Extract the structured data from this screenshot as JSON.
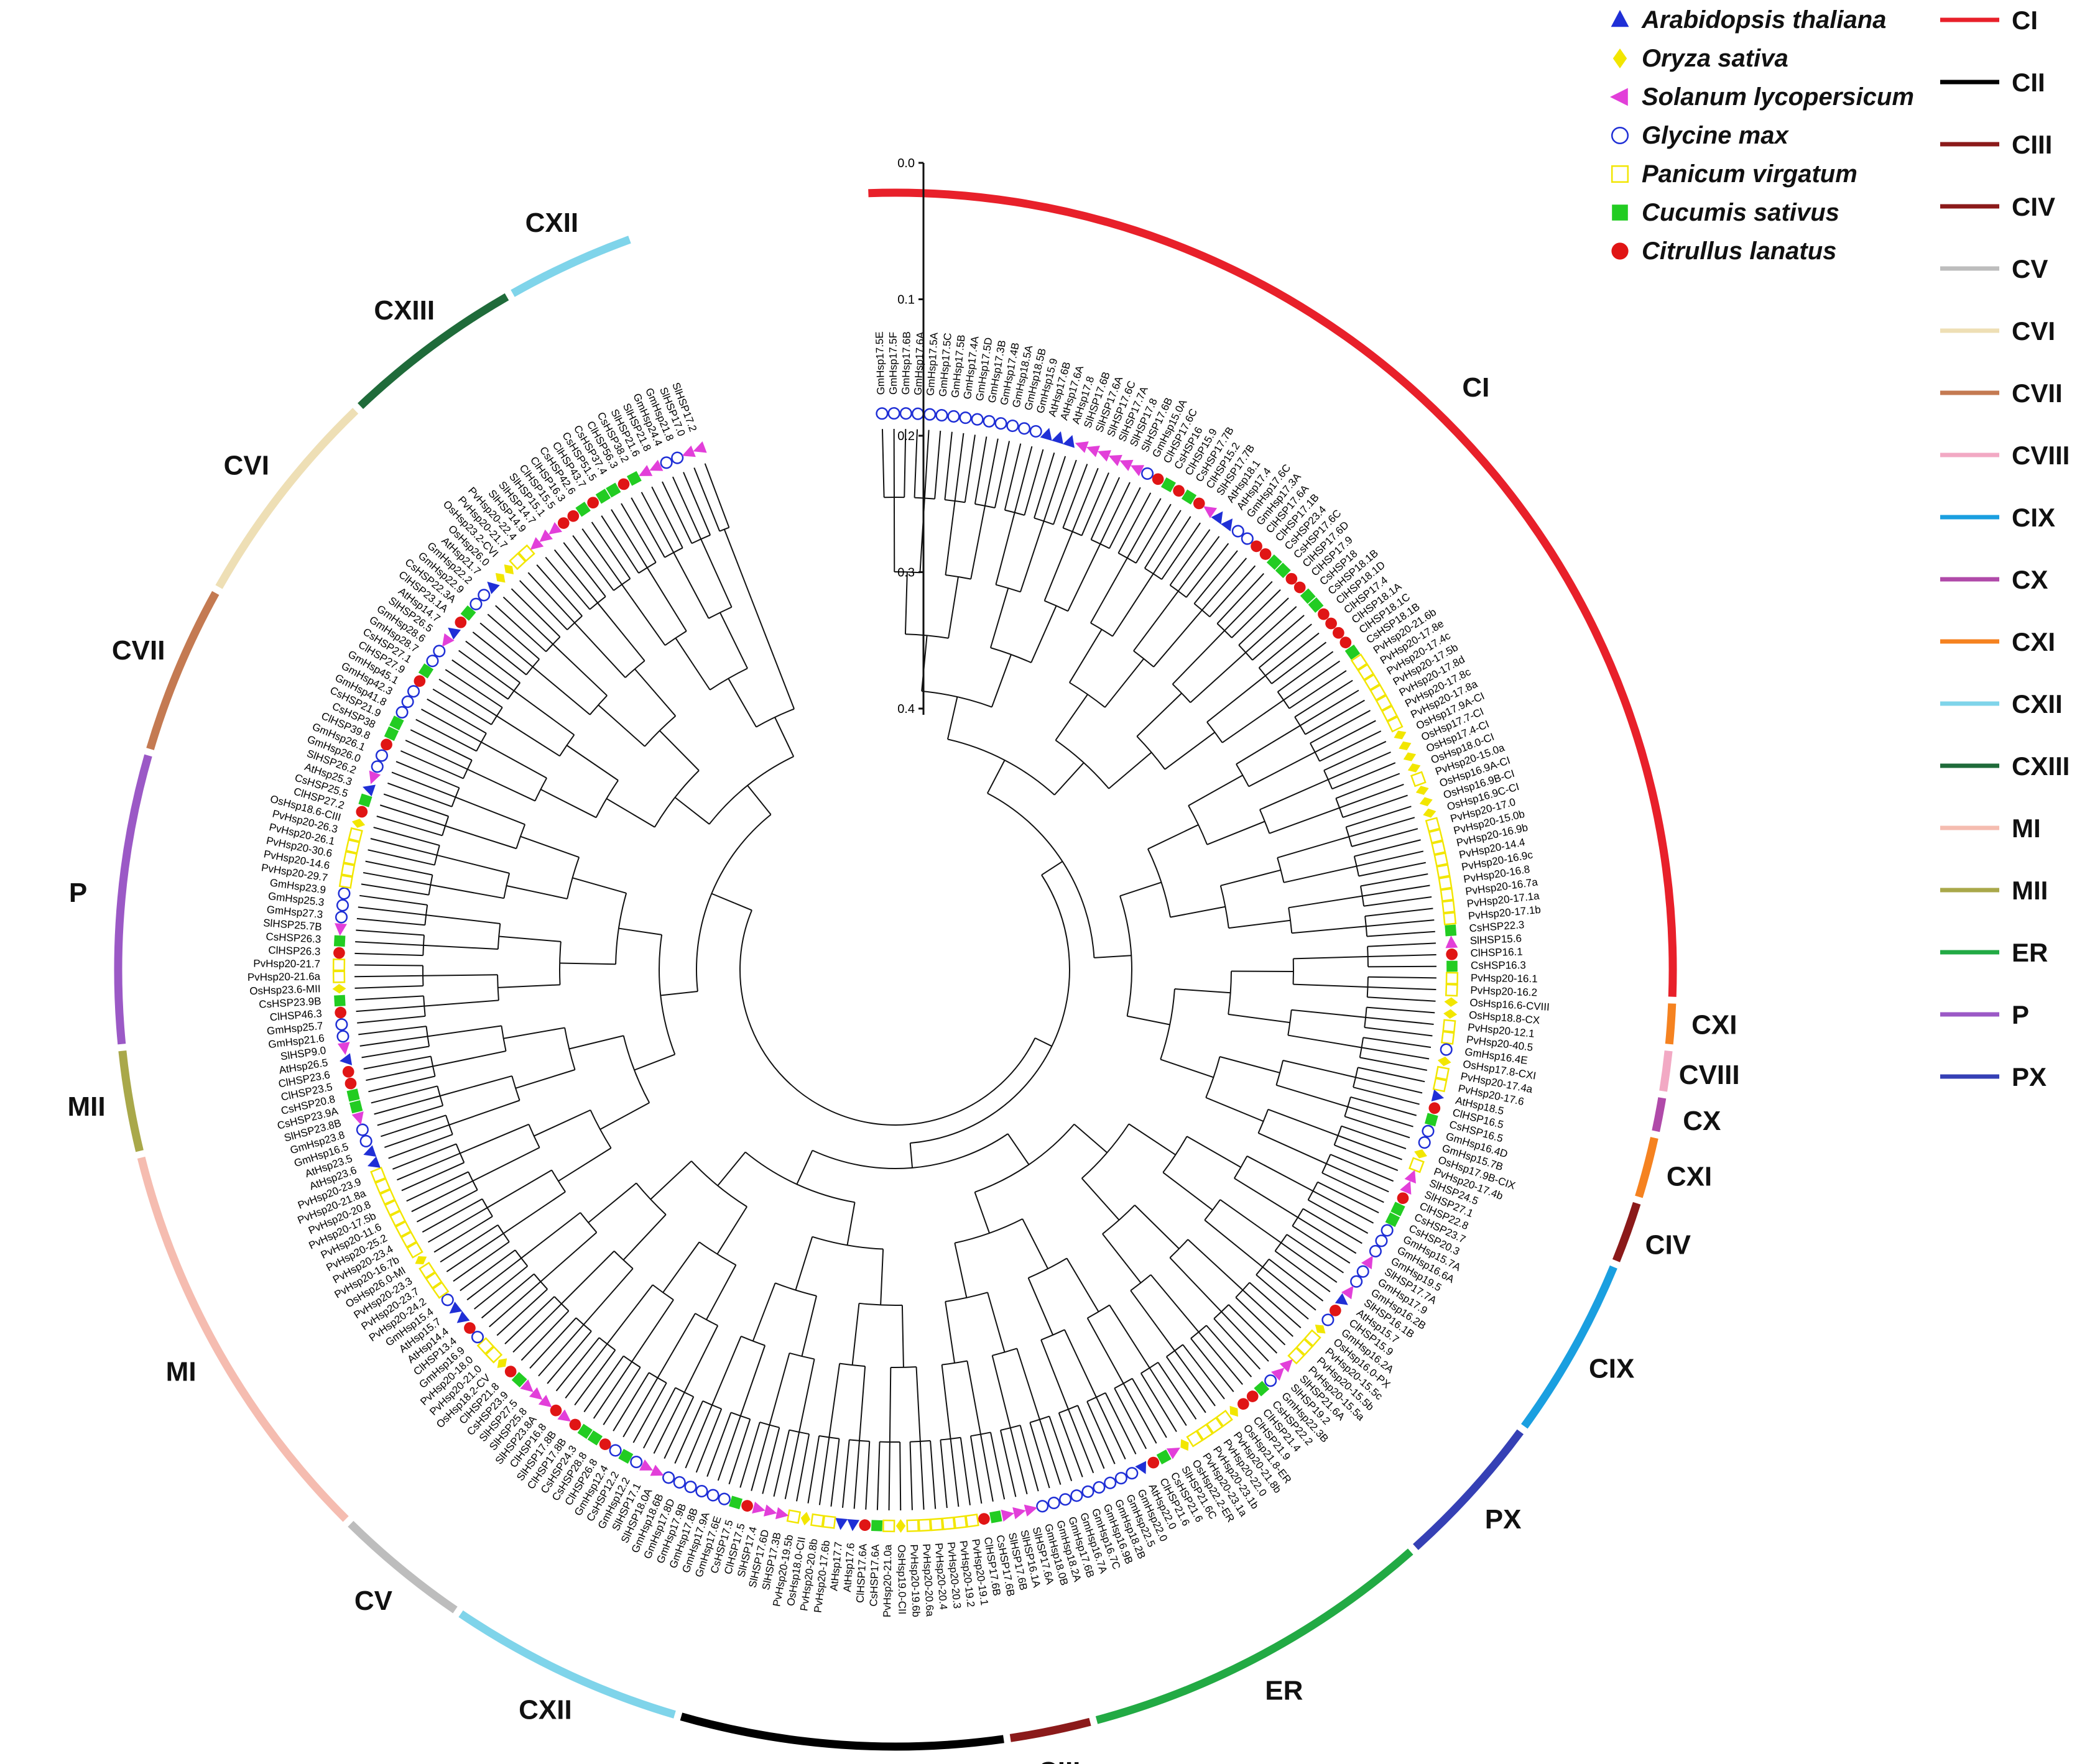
{
  "legend": {
    "species": [
      {
        "name": "Arabidopsis thaliana",
        "marker": "triangle",
        "color": "#1f2fd6"
      },
      {
        "name": "Oryza sativa",
        "marker": "diamond",
        "color": "#f2e600"
      },
      {
        "name": "Solanum lycopersicum",
        "marker": "triangle-left",
        "color": "#e23fd9"
      },
      {
        "name": "Glycine max",
        "marker": "circle-open",
        "color": "#1f2fd6"
      },
      {
        "name": "Panicum virgatum",
        "marker": "square-open",
        "color": "#f2e600"
      },
      {
        "name": "Cucumis sativus",
        "marker": "square",
        "color": "#22cc22"
      },
      {
        "name": "Citrullus lanatus",
        "marker": "circle",
        "color": "#e01515"
      }
    ],
    "clades": [
      {
        "name": "CI",
        "color": "#e8202a"
      },
      {
        "name": "CII",
        "color": "#000000"
      },
      {
        "name": "CIII",
        "color": "#8b1a1a"
      },
      {
        "name": "CIV",
        "color": "#8b1a1a"
      },
      {
        "name": "CV",
        "color": "#bdbdbd"
      },
      {
        "name": "CVI",
        "color": "#eedfb5"
      },
      {
        "name": "CVII",
        "color": "#c47a52"
      },
      {
        "name": "CVIII",
        "color": "#f2a9c4"
      },
      {
        "name": "CIX",
        "color": "#1a9fe0"
      },
      {
        "name": "CX",
        "color": "#b04aa9"
      },
      {
        "name": "CXI",
        "color": "#f58220"
      },
      {
        "name": "CXII",
        "color": "#7fd4ea"
      },
      {
        "name": "CXIII",
        "color": "#1f6b3a"
      },
      {
        "name": "MI",
        "color": "#f5bcb0"
      },
      {
        "name": "MII",
        "color": "#a9a84a"
      },
      {
        "name": "ER",
        "color": "#22aa44"
      },
      {
        "name": "P",
        "color": "#9b59c6"
      },
      {
        "name": "PX",
        "color": "#3540b5"
      }
    ]
  },
  "scale": {
    "ticks": [
      "0.0",
      "0.1",
      "0.2",
      "0.3",
      "0.4"
    ]
  },
  "arcs": [
    {
      "clade": "CI",
      "color": "#e8202a",
      "label": "CI",
      "start": -2,
      "end": 92
    },
    {
      "clade": "CXI",
      "color": "#f58220",
      "label": "CXI",
      "start": 92.5,
      "end": 95.5
    },
    {
      "clade": "CVIII",
      "color": "#f2a9c4",
      "label": "CVIII",
      "start": 96,
      "end": 99
    },
    {
      "clade": "CX",
      "color": "#b04aa9",
      "label": "CX",
      "start": 99.5,
      "end": 102
    },
    {
      "clade": "CXI",
      "color": "#f58220",
      "label": "CXI",
      "start": 102.5,
      "end": 107
    },
    {
      "clade": "CIV",
      "color": "#8b1a1a",
      "label": "CIV",
      "start": 107.5,
      "end": 112
    },
    {
      "clade": "CIX",
      "color": "#1a9fe0",
      "label": "CIX",
      "start": 112.5,
      "end": 126
    },
    {
      "clade": "PX",
      "color": "#3540b5",
      "label": "PX",
      "start": 126.5,
      "end": 138
    },
    {
      "clade": "ER",
      "color": "#22aa44",
      "label": "ER",
      "start": 138.5,
      "end": 165
    },
    {
      "clade": "CIII",
      "color": "#8b1a1a",
      "label": "CIII",
      "start": 165.5,
      "end": 171.5
    },
    {
      "clade": "CII",
      "color": "#000000",
      "label": "CII",
      "start": 172,
      "end": 196
    },
    {
      "clade": "CXII",
      "color": "#7fd4ea",
      "label": "CXII",
      "start": 196.5,
      "end": 214
    },
    {
      "clade": "CV",
      "color": "#bdbdbd",
      "label": "CV",
      "start": 214.5,
      "end": 224.5
    },
    {
      "clade": "MI",
      "color": "#f5bcb0",
      "label": "MI",
      "start": 225,
      "end": 256
    },
    {
      "clade": "MII",
      "color": "#a9a84a",
      "label": "MII",
      "start": 256.5,
      "end": 264
    },
    {
      "clade": "P",
      "color": "#9b59c6",
      "label": "P",
      "start": 264.5,
      "end": 286
    },
    {
      "clade": "CVII",
      "color": "#c47a52",
      "label": "CVII",
      "start": 286.5,
      "end": 299
    },
    {
      "clade": "CVI",
      "color": "#eedfb5",
      "label": "CVI",
      "start": 299.5,
      "end": 316
    },
    {
      "clade": "CXIII",
      "color": "#1f6b3a",
      "label": "CXIII",
      "start": 316.5,
      "end": 330
    },
    {
      "clade": "CXII",
      "color": "#7fd4ea",
      "label": "CXII",
      "start": 330.5,
      "end": 340
    }
  ],
  "leaves": [
    "GmHsp17.5E",
    "GmHsp17.5F",
    "GmHsp17.6B",
    "GmHsp17.6A",
    "GmHsp17.5A",
    "GmHsp17.5C",
    "GmHsp17.5B",
    "GmHsp17.4A",
    "GmHsp17.5D",
    "GmHsp17.3B",
    "GmHsp17.4B",
    "GmHsp18.5A",
    "GmHsp18.5B",
    "GmHsp15.9",
    "AtHsp17.6B",
    "AtHsp17.6A",
    "AtHsp17.8",
    "SlHSP17.6B",
    "SlHSP17.6A",
    "SlHSP17.6C",
    "SlHSP17.7A",
    "SlHSP17.8",
    "SlHSP17.6B",
    "GmHsp15.0A",
    "ClHSP17.6C",
    "CsHSP16",
    "ClHSP15.9",
    "CsHSP17.7B",
    "ClHSP15.2",
    "SlHSP17.7B",
    "AtHsp18.1",
    "AtHsp17.4",
    "GmHsp17.6C",
    "GmHsp17.3A",
    "ClHSP17.6A",
    "ClHSP17.1B",
    "CsHSP23.4",
    "CsHSP17.6C",
    "ClHSP17.6D",
    "ClHSP17.9",
    "CsHSP18",
    "CsHSP18.1B",
    "ClHSP18.1D",
    "ClHSP17.4",
    "ClHSP18.1A",
    "ClHSP18.1C",
    "CsHSP18.1B",
    "PvHsp20-21.6b",
    "PvHsp20-17.8e",
    "PvHsp20-17.4c",
    "PvHsp20-17.5b",
    "PvHsp20-17.8d",
    "PvHsp20-17.8c",
    "PvHsp20-17.8a",
    "OsHsp17.9A-CI",
    "OsHsp17.7-CI",
    "OsHsp17.4-CI",
    "OsHsp18.0-CI",
    "PvHsp20-15.0a",
    "OsHsp16.9A-CI",
    "OsHsp16.9B-CI",
    "OsHsp16.9C-CI",
    "PvHsp20-17.0",
    "PvHsp20-15.0b",
    "PvHsp20-16.9b",
    "PvHsp20-14.4",
    "PvHsp20-16.9c",
    "PvHsp20-16.8",
    "PvHsp20-16.7a",
    "PvHsp20-17.1a",
    "PvHsp20-17.1b",
    "CsHSP22.3",
    "SlHSP15.6",
    "ClHSP16.1",
    "CsHSP16.3",
    "PvHsp20-16.1",
    "PvHsp20-16.2",
    "OsHsp16.6-CVIII",
    "OsHsp18.8-CX",
    "PvHsp20-12.1",
    "PvHsp20-40.5",
    "GmHsp16.4E",
    "OsHsp17.8-CXI",
    "PvHsp20-17.4a",
    "PvHsp20-17.6",
    "AtHsp18.5",
    "ClHSP16.5",
    "CsHSP16.5",
    "GmHsp16.4D",
    "GmHsp15.7B",
    "OsHsp17.9B-CIX",
    "PvHsp20-17.4b",
    "SlHSP24.5",
    "SlHSP27.1",
    "ClHSP22.8",
    "CsHSP23.7",
    "CsHSP20.3",
    "GmHsp15.7A",
    "GmHsp16.6A",
    "GmHsp19.5",
    "SlHSP17.7A",
    "GmHsp17.9",
    "GmHsp16.2B",
    "SlHSP16.1B",
    "AtHsp15.7",
    "ClHSP15.9",
    "GmHsp16.2A",
    "OsHsp16.0-PX",
    "PvHsp20-15.5c",
    "PvHsp20-15.5b",
    "PvHsp20-15.5a",
    "SlHSP21.6A",
    "SlHSP19.2",
    "GmHsp22.3B",
    "CsHSP22.2",
    "ClHSP21.4",
    "ClHSP21.9",
    "OsHsp21.8-ER",
    "PvHsp20-21.8b",
    "PvHsp20-22.0",
    "PvHsp20-23.1b",
    "PvHsp20-23.1a",
    "OsHsp22.2-ER",
    "SlHSP21.6C",
    "CsHSP21.6",
    "ClHSP21.6",
    "AtHsp22.0",
    "GmHsp22.0",
    "GmHsp22.5",
    "GmHsp18.2B",
    "GmHsp16.9B",
    "GmHsp16.7C",
    "GmHsp16.7A",
    "GmHsp17.6B",
    "GmHsp18.2A",
    "GmHsp18.0B",
    "SlHSP17.6A",
    "SlHSP16.1A",
    "SlHSP17.6B",
    "CsHSP17.6B",
    "ClHSP17.6B",
    "PvHsp20-19.1",
    "PvHsp20-19.2",
    "PvHsp20-20.3",
    "PvHsp20-20.4",
    "PvHsp20-20.6a",
    "PvHsp20-19.6b",
    "OsHsp19.0-CII",
    "PvHsp20-21.0a",
    "CsHSP17.6A",
    "ClHSP17.6A",
    "AtHsp17.6",
    "AtHsp17.7",
    "PvHsp20-17.6b",
    "PvHsp20-20.8b",
    "OsHsp18.0-CII",
    "PvHsp20-19.5b",
    "SlHSP17.3B",
    "SlHSP17.6D",
    "SlHSP17.4",
    "ClHSP17.5",
    "CsHSP17.5",
    "GmHsp17.6E",
    "GmHsp17.9A",
    "GmHsp17.8B",
    "GmHsp17.9B",
    "GmHsp17.8D",
    "GmHsp18.6B",
    "SlHSP18.0A",
    "SlHSP17.1",
    "GmHsp12.2",
    "CsHSP12.2",
    "GmHsp12.4",
    "ClHSP26.8",
    "CsHSP28.8",
    "CsHSP24.3",
    "ClHSP17.8B",
    "SlHSP17.8B",
    "ClHSP16.8",
    "SlHSP23.8A",
    "SlHSP25.8",
    "SlHSP27.5",
    "CsHSP23.9",
    "ClHSP21.8",
    "OsHsp18.2-CV",
    "PvHsp20-21.0",
    "PvHsp20-18.0",
    "GmHsp16.9",
    "ClHSP13.4",
    "AtHsp14.4",
    "AtHsp15.7",
    "GmHsp15.4",
    "PvHsp20-24.2",
    "PvHsp20-23.7",
    "PvHsp20-23.3",
    "OsHsp26.0-MI",
    "PvHsp20-16.7b",
    "PvHsp20-23.4",
    "PvHsp20-25.2",
    "PvHsp20-11.6",
    "PvHsp20-17.5b",
    "PvHsp20-20.8",
    "PvHsp20-21.8a",
    "PvHsp20-23.9",
    "AtHsp23.6",
    "AtHsp23.5",
    "GmHsp16.5",
    "GmHsp23.8",
    "SlHSP23.8B",
    "CsHSP23.9A",
    "CsHSP20.8",
    "ClHSP23.5",
    "ClHSP23.6",
    "AtHsp26.5",
    "SlHSP9.0",
    "GmHsp21.6",
    "GmHsp25.7",
    "ClHSP46.3",
    "CsHSP23.9B",
    "OsHsp23.6-MII",
    "PvHsp20-21.6a",
    "PvHsp20-21.7",
    "ClHSP26.3",
    "CsHSP26.3",
    "SlHSP25.7B",
    "GmHsp27.3",
    "GmHsp25.3",
    "GmHsp23.9",
    "PvHsp20-29.7",
    "PvHsp20-14.6",
    "PvHsp20-30.6",
    "PvHsp20-26.1",
    "PvHsp20-26.3",
    "OsHsp18.6-CIII",
    "ClHSP27.2",
    "CsHSP25.5",
    "AtHsp25.3",
    "SlHSP26.2",
    "GmHsp26.0",
    "GmHsp26.1",
    "ClHSP39.8",
    "CsHSP38",
    "CsHSP21.9",
    "GmHsp41.8",
    "GmHsp42.3",
    "GmHsp45.1",
    "ClHSP27.9",
    "CsHSP27.1",
    "GmHsp28.7",
    "GmHsp28.6",
    "SlHSP26.5",
    "AtHsp14.7",
    "ClHSP23.1A",
    "CsHSP22.3A",
    "GmHsp22.9",
    "GmHsp22.2",
    "AtHsp21.7",
    "OsHsp26.0",
    "OsHsp23.2-CVI",
    "PvHsp20-21.7",
    "PvHsp20-22.4",
    "SlHSP14.9",
    "SlHSP14.7",
    "SlHSP15.1",
    "ClHSP15.5",
    "ClHSP16.3",
    "CsHSP42.6",
    "ClHSP43.7",
    "CsHSP51.5",
    "CsHSP37.4",
    "ClHSP56.3",
    "CsHSP38.2",
    "SlHSP21.6",
    "SlHSP21.8",
    "GmHsp24.4",
    "GmHsp21.8",
    "SlHSP17.0",
    "SlHSP17.2"
  ]
}
